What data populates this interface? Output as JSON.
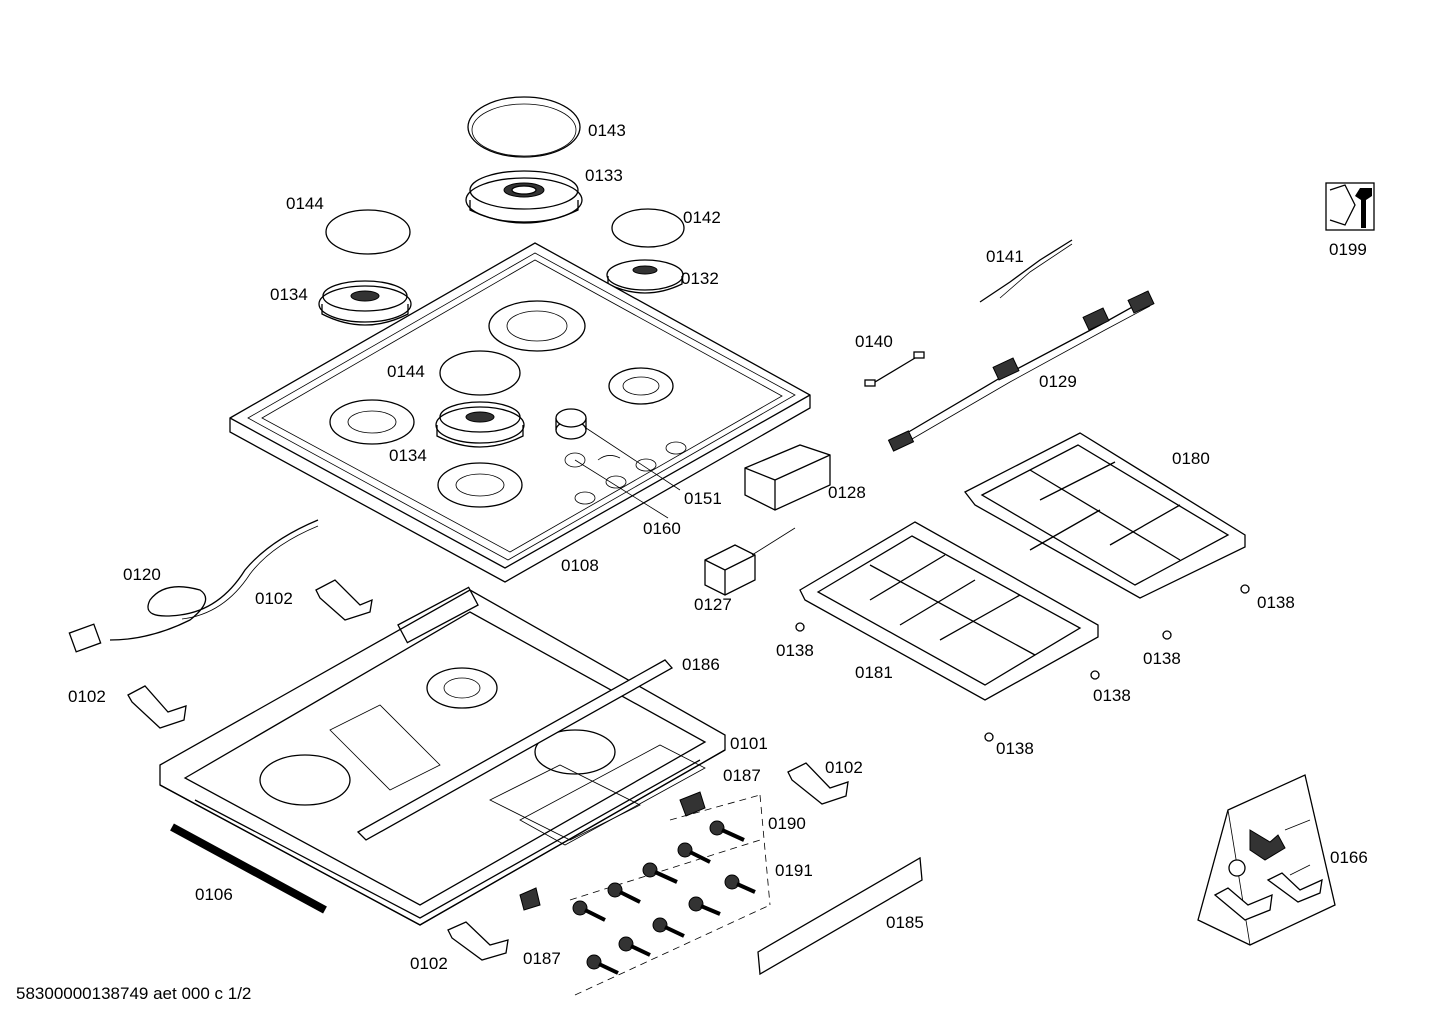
{
  "labels": {
    "p0143": "0143",
    "p0133": "0133",
    "p0144a": "0144",
    "p0142": "0142",
    "p0134a": "0134",
    "p0132": "0132",
    "p0144b": "0144",
    "p0134b": "0134",
    "p0151": "0151",
    "p0160": "0160",
    "p0108": "0108",
    "p0120": "0120",
    "p0102a": "0102",
    "p0102b": "0102",
    "p0186": "0186",
    "p0101": "0101",
    "p0187a": "0187",
    "p0102c": "0102",
    "p0190": "0190",
    "p0191": "0191",
    "p0106": "0106",
    "p0187b": "0187",
    "p0102d": "0102",
    "p0185": "0185",
    "p0141": "0141",
    "p0140": "0140",
    "p0129": "0129",
    "p0128": "0128",
    "p0127": "0127",
    "p0180": "0180",
    "p0181": "0181",
    "p0138a": "0138",
    "p0138b": "0138",
    "p0138c": "0138",
    "p0138d": "0138",
    "p0138e": "0138",
    "p0199": "0199",
    "p0166": "0166"
  },
  "footer": "58300000138749 aet 000 c 1/2",
  "icons": {
    "service": "wrench-nut-icon"
  }
}
